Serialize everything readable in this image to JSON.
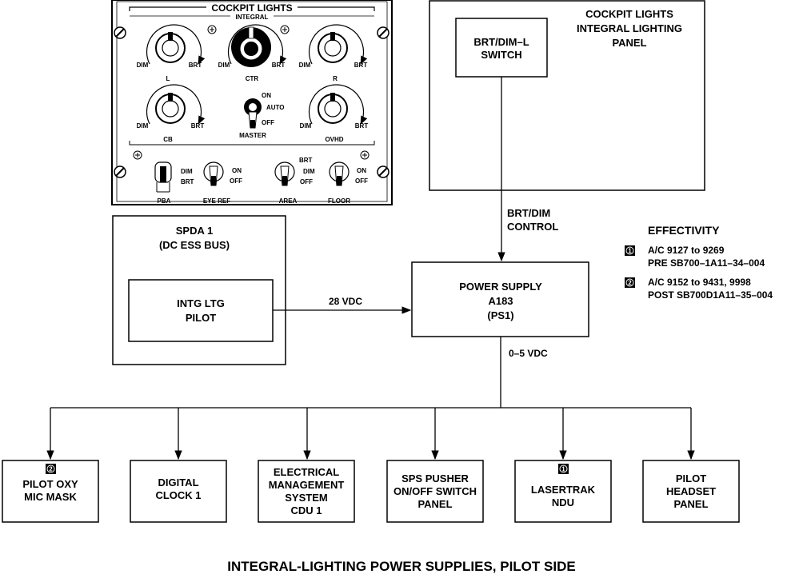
{
  "title": "INTEGRAL-LIGHTING POWER SUPPLIES, PILOT SIDE",
  "panel": {
    "heading": "COCKPIT LIGHTS",
    "subheading": "INTEGRAL",
    "knobs": {
      "left": "L",
      "center": "CTR",
      "right": "R",
      "cb": "CB",
      "ovhd": "OVHD",
      "dim": "DIM",
      "brt": "BRT"
    },
    "master": {
      "label": "MASTER",
      "on": "ON",
      "auto": "AUTO",
      "off": "OFF"
    },
    "toggles": [
      {
        "name": "PBA",
        "up": "DIM",
        "down": "BRT"
      },
      {
        "name": "EYE REF",
        "up": "ON",
        "down": "OFF"
      },
      {
        "name": "AREA",
        "top": "BRT",
        "up": "DIM",
        "down": "OFF"
      },
      {
        "name": "FLOOR",
        "up": "ON",
        "down": "OFF"
      }
    ]
  },
  "cockpit_panel": {
    "title": [
      "COCKPIT LIGHTS",
      "INTEGRAL LIGHTING",
      "PANEL"
    ],
    "switch": [
      "BRT/DIM–L",
      "SWITCH"
    ]
  },
  "spda": {
    "title": [
      "SPDA 1",
      "(DC ESS BUS)"
    ],
    "breaker": [
      "INTG LTG",
      "PILOT"
    ]
  },
  "power_supply": [
    "POWER SUPPLY",
    "A183",
    "(PS1)"
  ],
  "signals": {
    "control": [
      "BRT/DIM",
      "CONTROL"
    ],
    "input": "28 VDC",
    "output": "0–5 VDC"
  },
  "effectivity": {
    "heading": "EFFECTIVITY",
    "notes": [
      {
        "marker": "1",
        "lines": [
          "A/C 9127 to 9269",
          "PRE SB700–1A11–34–004"
        ]
      },
      {
        "marker": "2",
        "lines": [
          "A/C 9152 to 9431, 9998",
          "POST SB700D1A11–35–004"
        ]
      }
    ]
  },
  "loads": [
    {
      "marker": "2",
      "lines": [
        "PILOT OXY",
        "MIC MASK"
      ]
    },
    {
      "marker": "",
      "lines": [
        "DIGITAL",
        "CLOCK 1"
      ]
    },
    {
      "marker": "",
      "lines": [
        "ELECTRICAL",
        "MANAGEMENT",
        "SYSTEM",
        "CDU 1"
      ]
    },
    {
      "marker": "",
      "lines": [
        "SPS PUSHER",
        "ON/OFF SWITCH",
        "PANEL"
      ]
    },
    {
      "marker": "1",
      "lines": [
        "LASERTRAK",
        "NDU"
      ]
    },
    {
      "marker": "",
      "lines": [
        "PILOT",
        "HEADSET",
        "PANEL"
      ]
    }
  ]
}
